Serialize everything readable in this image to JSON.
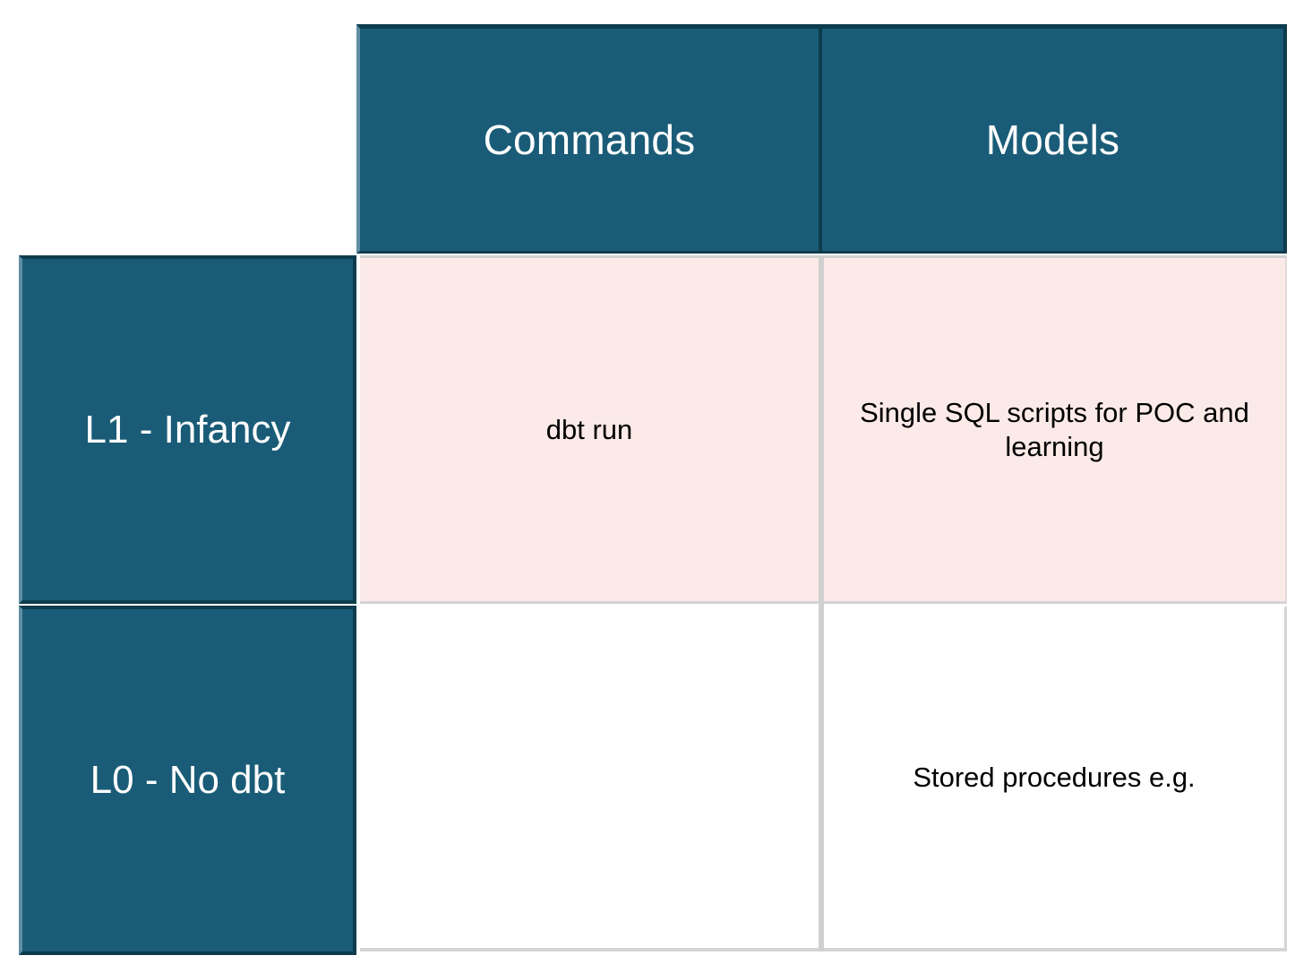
{
  "table": {
    "corner_label": "",
    "column_headers": [
      {
        "id": "commands",
        "label": "Commands"
      },
      {
        "id": "models",
        "label": "Models"
      }
    ],
    "rows": [
      {
        "id": "l1",
        "header": "L1 - Infancy",
        "row_tint": "#fbeae7",
        "cells": [
          {
            "column": "commands",
            "text": "dbt run"
          },
          {
            "column": "models",
            "text": "Single SQL scripts for POC and learning"
          }
        ]
      },
      {
        "id": "l0",
        "header": "L0 - No dbt",
        "row_tint": "#ffffff",
        "cells": [
          {
            "column": "commands",
            "text": ""
          },
          {
            "column": "models",
            "text": "Stored procedures e.g."
          }
        ]
      }
    ]
  },
  "colors": {
    "header_teal": "#1a5c77",
    "header_border_dark": "#0d3c4d",
    "row_tint_pink": "#fbeae7",
    "grid_line": "#d0d0d0",
    "header_text": "#ffffff",
    "body_text": "#000000",
    "page_background": "#ffffff"
  }
}
